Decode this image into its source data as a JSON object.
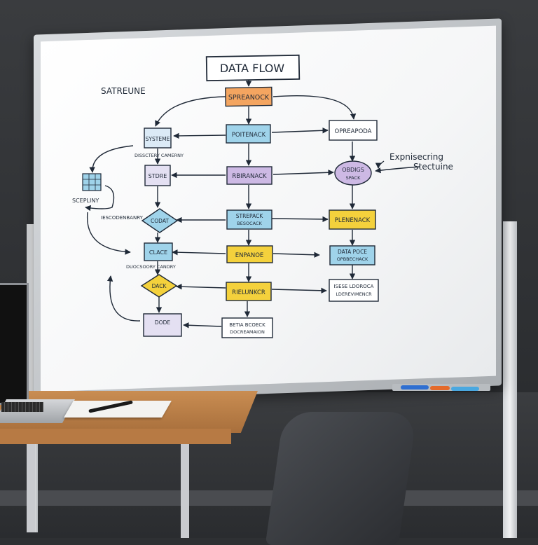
{
  "whiteboard": {
    "title": "DATA FLOW",
    "top_left_note": "SATREUNE",
    "right_note_line1": "Expnisecring",
    "right_note_line2": "Stectuine",
    "left_label_scepliny": "SCEPLINY",
    "left_label_iescodenbanry": "IESCODENBANRY",
    "label_dissectery": "DISSCTERY CAMERNY",
    "label_duocsoory": "DUOCSOORY CANDRY",
    "boxes": {
      "spreanock": "SPREANOCK",
      "systeme": "SYSTEME",
      "poitenack": "POITENACK",
      "opreapoda": "OPREAPODA",
      "stdre": "STDRE",
      "rbiranack": "RBIRANACK",
      "obdigs": "OBDIGS",
      "obdigs_sub": "SPACK",
      "codat": "CODAT",
      "strepack": "STREPACK",
      "strepack_sub": "BESOCACK",
      "plenenack": "PLENENACK",
      "clace": "CLACE",
      "enpanoe": "ENPANOE",
      "data_poce": "DATA POCE",
      "data_poce_sub": "OPBBECHACK",
      "dack": "DACK",
      "rielunkcr": "RIELUNKCR",
      "isese": "ISESE LDOROCA",
      "isese_sub": "LDEREVIMENCR",
      "dode": "DODE",
      "betia": "BETIA BCOECK",
      "betia_sub": "DOCREAMAION"
    }
  },
  "colors": {
    "orange": "#f4a560",
    "blue": "#9fd3ea",
    "purple": "#cdb9e4",
    "yellow": "#f4d13c",
    "ink": "#1f2937"
  }
}
